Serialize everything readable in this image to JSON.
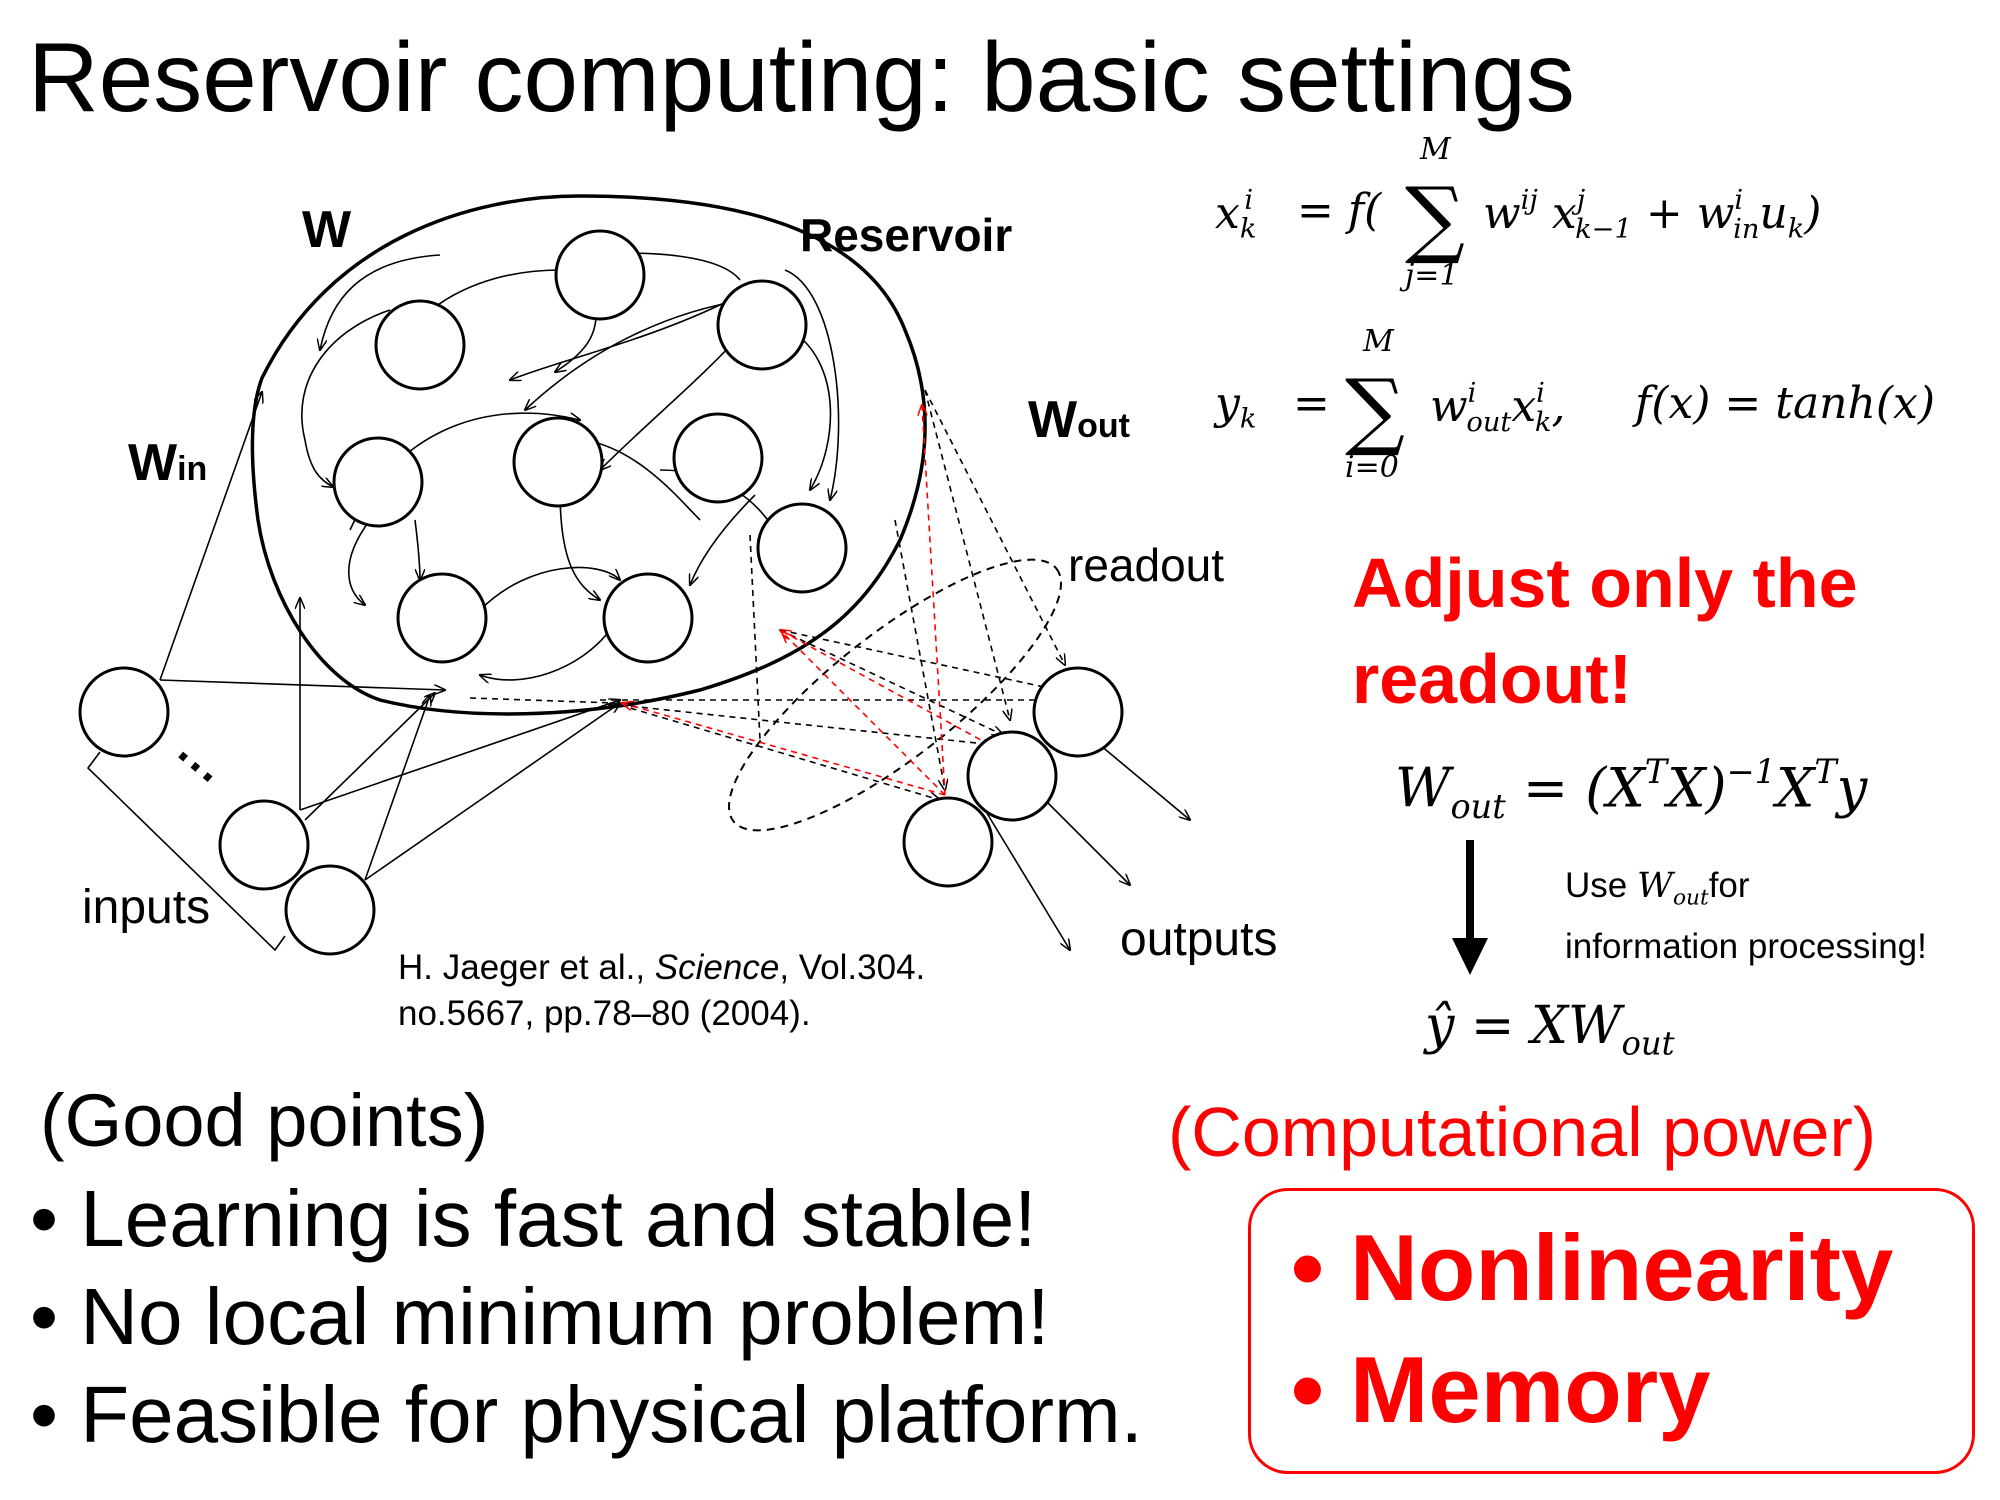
{
  "title": "Reservoir computing: basic settings",
  "diagram": {
    "label_w": "W",
    "label_reservoir": "Reservoir",
    "label_w_in": "W",
    "label_w_in_sub": "in",
    "label_w_out": "W",
    "label_w_out_sub": "out",
    "label_readout": "readout",
    "label_inputs": "inputs",
    "label_outputs": "outputs",
    "dots": "⋯"
  },
  "citation": {
    "line1_prefix": "H. Jaeger et al., ",
    "line1_journal": "Science",
    "line1_suffix": ", Vol.304.",
    "line2": "no.5667, pp.78–80 (2004)."
  },
  "equations": {
    "eq1_lhs": "x",
    "eq1_lhs_sub": "k",
    "eq1_lhs_sup": "i",
    "eq1_eq": "= f(",
    "eq1_sum_top": "M",
    "eq1_sum_bottom": "j=1",
    "eq1_term1": "w",
    "eq1_term1_sup": "ij",
    "eq1_term2": "x",
    "eq1_term2_sup": "j",
    "eq1_term2_sub": "k−1",
    "eq1_plus": "+ w",
    "eq1_w_sup": "i",
    "eq1_w_sub": "in",
    "eq1_u": "u",
    "eq1_u_sub": "k",
    "eq1_close": ")",
    "eq2_lhs": "y",
    "eq2_lhs_sub": "k",
    "eq2_eq": "=",
    "eq2_sum_top": "M",
    "eq2_sum_bottom": "i=0",
    "eq2_w": "w",
    "eq2_w_sup": "i",
    "eq2_w_sub": "out",
    "eq2_x": "x",
    "eq2_x_sup": "i",
    "eq2_x_sub": "k",
    "eq2_comma": ",",
    "eq2_f": "f(x) = tanh(x)",
    "eq3_lhs": "W",
    "eq3_lhs_sub": "out",
    "eq3_rhs": "= (X",
    "eq3_T1": "T",
    "eq3_X": "X)",
    "eq3_inv": "−1",
    "eq3_XT": "X",
    "eq3_T2": "T",
    "eq3_y": "y",
    "eq4_lhs": "ŷ",
    "eq4_rhs": "= XW",
    "eq4_sub": "out"
  },
  "adjust_note": {
    "line1": "Adjust only the",
    "line2": "readout!"
  },
  "use_note": {
    "line1_prefix": "Use ",
    "line1_w": "W",
    "line1_w_sub": "out",
    "line1_suffix": "for",
    "line2": "information processing!"
  },
  "good_points": {
    "heading": "(Good points)",
    "items": [
      "• Learning is fast and stable!",
      "• No local minimum problem!",
      "• Feasible for physical platform."
    ]
  },
  "computational_power": {
    "heading": "(Computational power)",
    "items": [
      "• Nonlinearity",
      "• Memory"
    ]
  },
  "colors": {
    "text": "#000000",
    "accent_red": "#ff0000",
    "background": "#ffffff"
  }
}
